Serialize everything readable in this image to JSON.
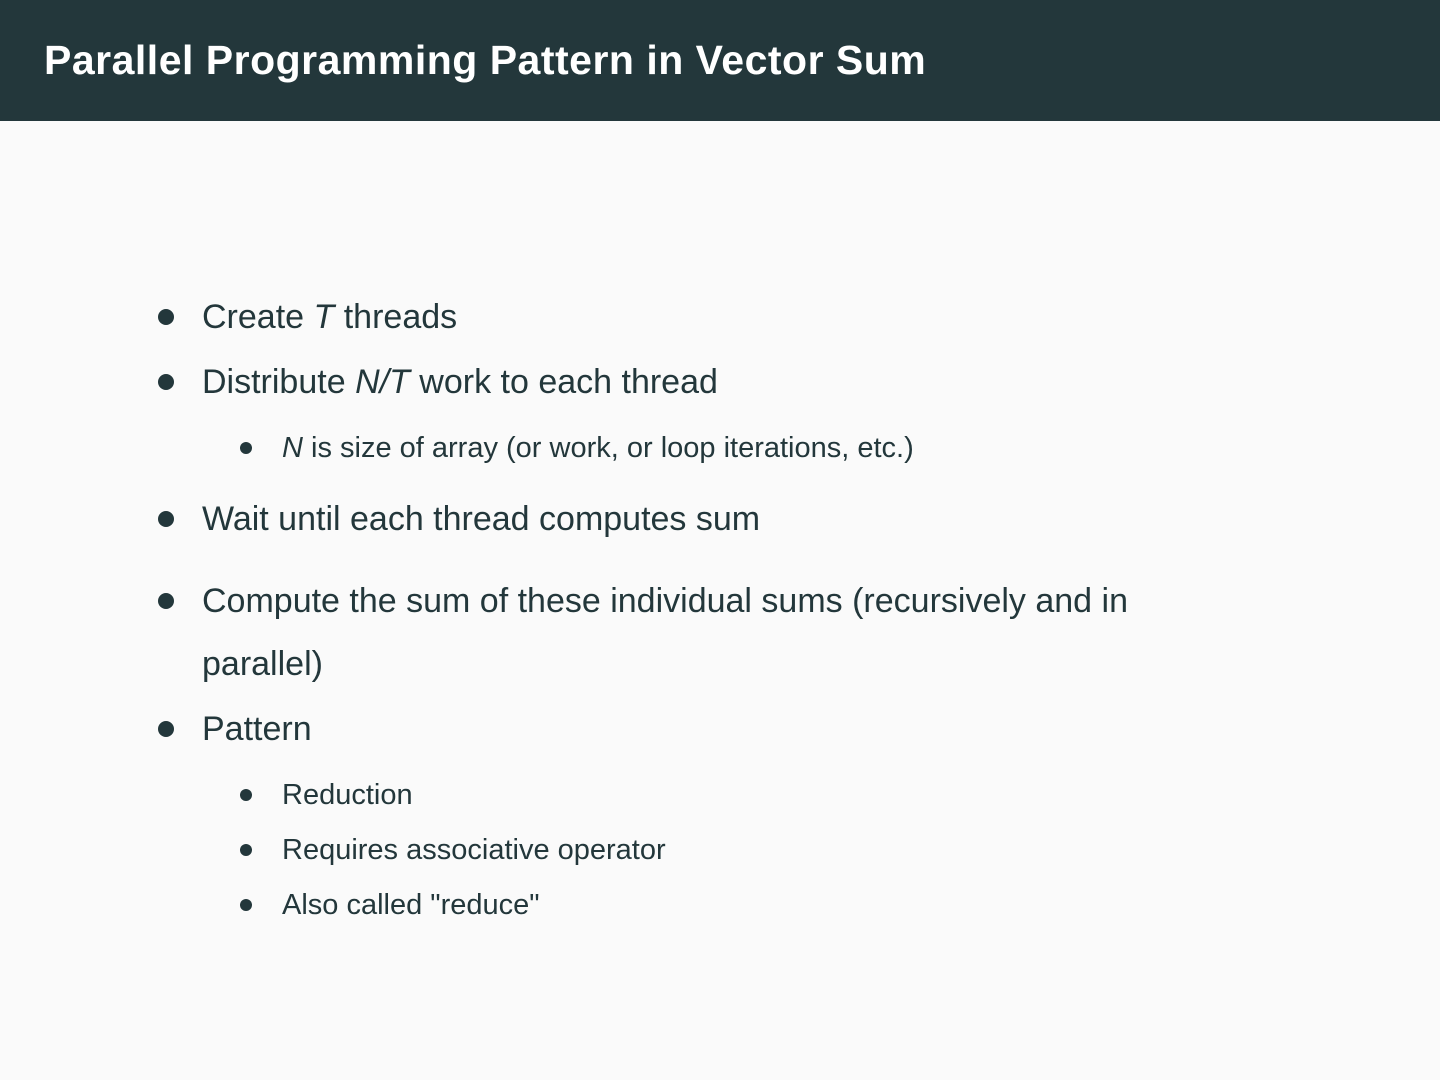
{
  "slide": {
    "title": "Parallel Programming Pattern in Vector Sum",
    "colors": {
      "header_bg": "#23373B",
      "body_bg": "#FAFAFA",
      "text": "#23373B",
      "title_text": "#FFFFFF"
    },
    "bullets": [
      {
        "level": 1,
        "segments": [
          {
            "text": "Create "
          },
          {
            "text": "T",
            "italic": true
          },
          {
            "text": " threads"
          }
        ]
      },
      {
        "level": 1,
        "segments": [
          {
            "text": "Distribute "
          },
          {
            "text": "N/T",
            "italic": true
          },
          {
            "text": " work to each thread"
          }
        ]
      },
      {
        "level": 2,
        "segments": [
          {
            "text": "N",
            "italic": true
          },
          {
            "text": " is size of array (or work, or loop iterations, etc.)"
          }
        ]
      },
      {
        "level": 1,
        "segments": [
          {
            "text": "Wait until each thread computes sum"
          }
        ]
      },
      {
        "level": 1,
        "segments": [
          {
            "text": "Compute the sum of these individual sums (recursively and in"
          },
          {
            "break": true
          },
          {
            "text": "parallel)"
          }
        ]
      },
      {
        "level": 1,
        "segments": [
          {
            "text": "Pattern"
          }
        ]
      },
      {
        "level": 2,
        "segments": [
          {
            "text": "Reduction"
          }
        ]
      },
      {
        "level": 2,
        "segments": [
          {
            "text": "Requires associative operator"
          }
        ]
      },
      {
        "level": 2,
        "segments": [
          {
            "text": "Also called \"reduce\""
          }
        ]
      }
    ]
  }
}
